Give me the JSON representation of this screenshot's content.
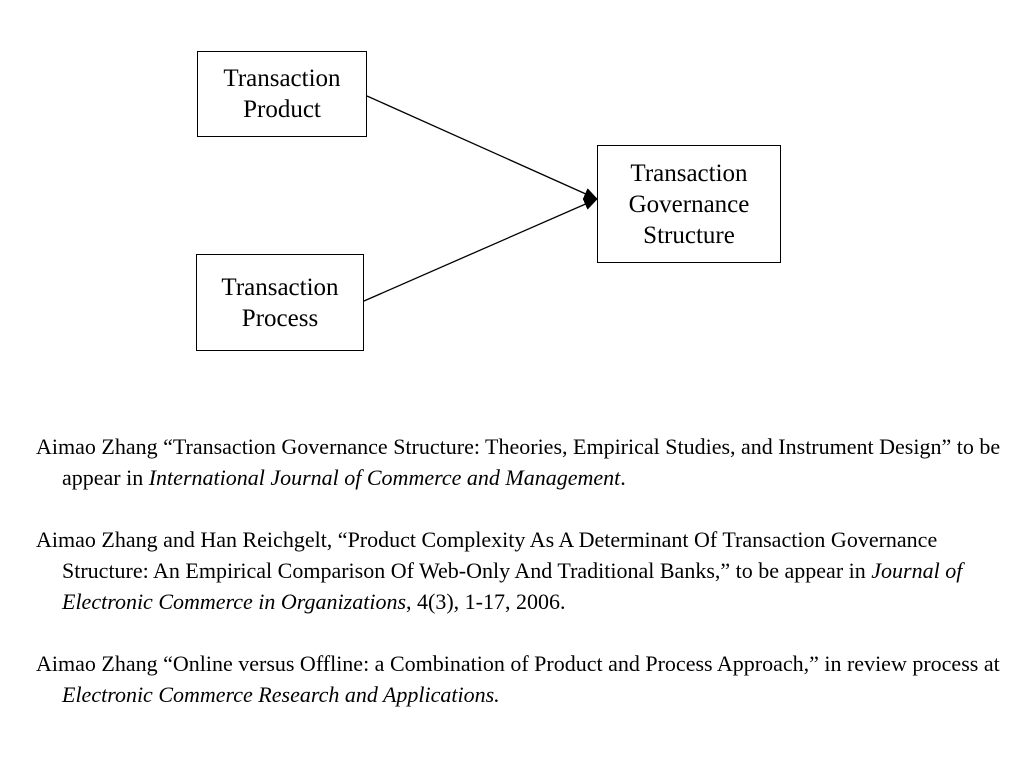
{
  "diagram": {
    "nodes": {
      "product": [
        "Transaction",
        "Product"
      ],
      "process": [
        "Transaction",
        "Process"
      ],
      "governance": [
        "Transaction",
        "Governance",
        "Structure"
      ]
    },
    "edges": [
      {
        "from": "Transaction Product",
        "to": "Transaction Governance Structure"
      },
      {
        "from": "Transaction Process",
        "to": "Transaction Governance Structure"
      }
    ]
  },
  "references": [
    {
      "before": "Aimao Zhang “Transaction Governance Structure: Theories, Empirical Studies, and Instrument Design” to be appear in ",
      "journal": "International Journal of Commerce and Management",
      "after": "."
    },
    {
      "before": "Aimao Zhang and Han Reichgelt, “Product Complexity As A Determinant Of  Transaction Governance Structure: An Empirical Comparison Of Web-Only And Traditional Banks,” to be appear in ",
      "journal": "Journal of Electronic Commerce in Organizations",
      "after": ", 4(3), 1-17, 2006."
    },
    {
      "before": "Aimao Zhang “Online versus Offline: a Combination of Product and Process Approach,” in review process at ",
      "journal": "Electronic Commerce Research and Applications.",
      "after": ""
    }
  ]
}
